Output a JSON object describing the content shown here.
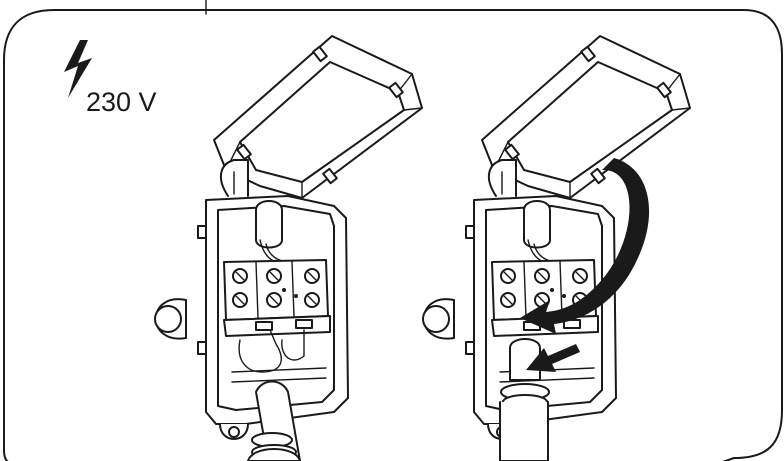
{
  "warning": {
    "icon": "lightning-bolt-icon",
    "voltage_label": "230 V"
  },
  "panels": [
    {
      "name": "junction-box-open",
      "icon": "junction-box-icon"
    },
    {
      "name": "junction-box-closing",
      "icon": "junction-box-icon",
      "arrows": [
        "lid-close-arrow-icon",
        "cable-insert-arrow-icon"
      ]
    }
  ],
  "colors": {
    "line": "#1a1a1a",
    "background": "#ffffff"
  }
}
